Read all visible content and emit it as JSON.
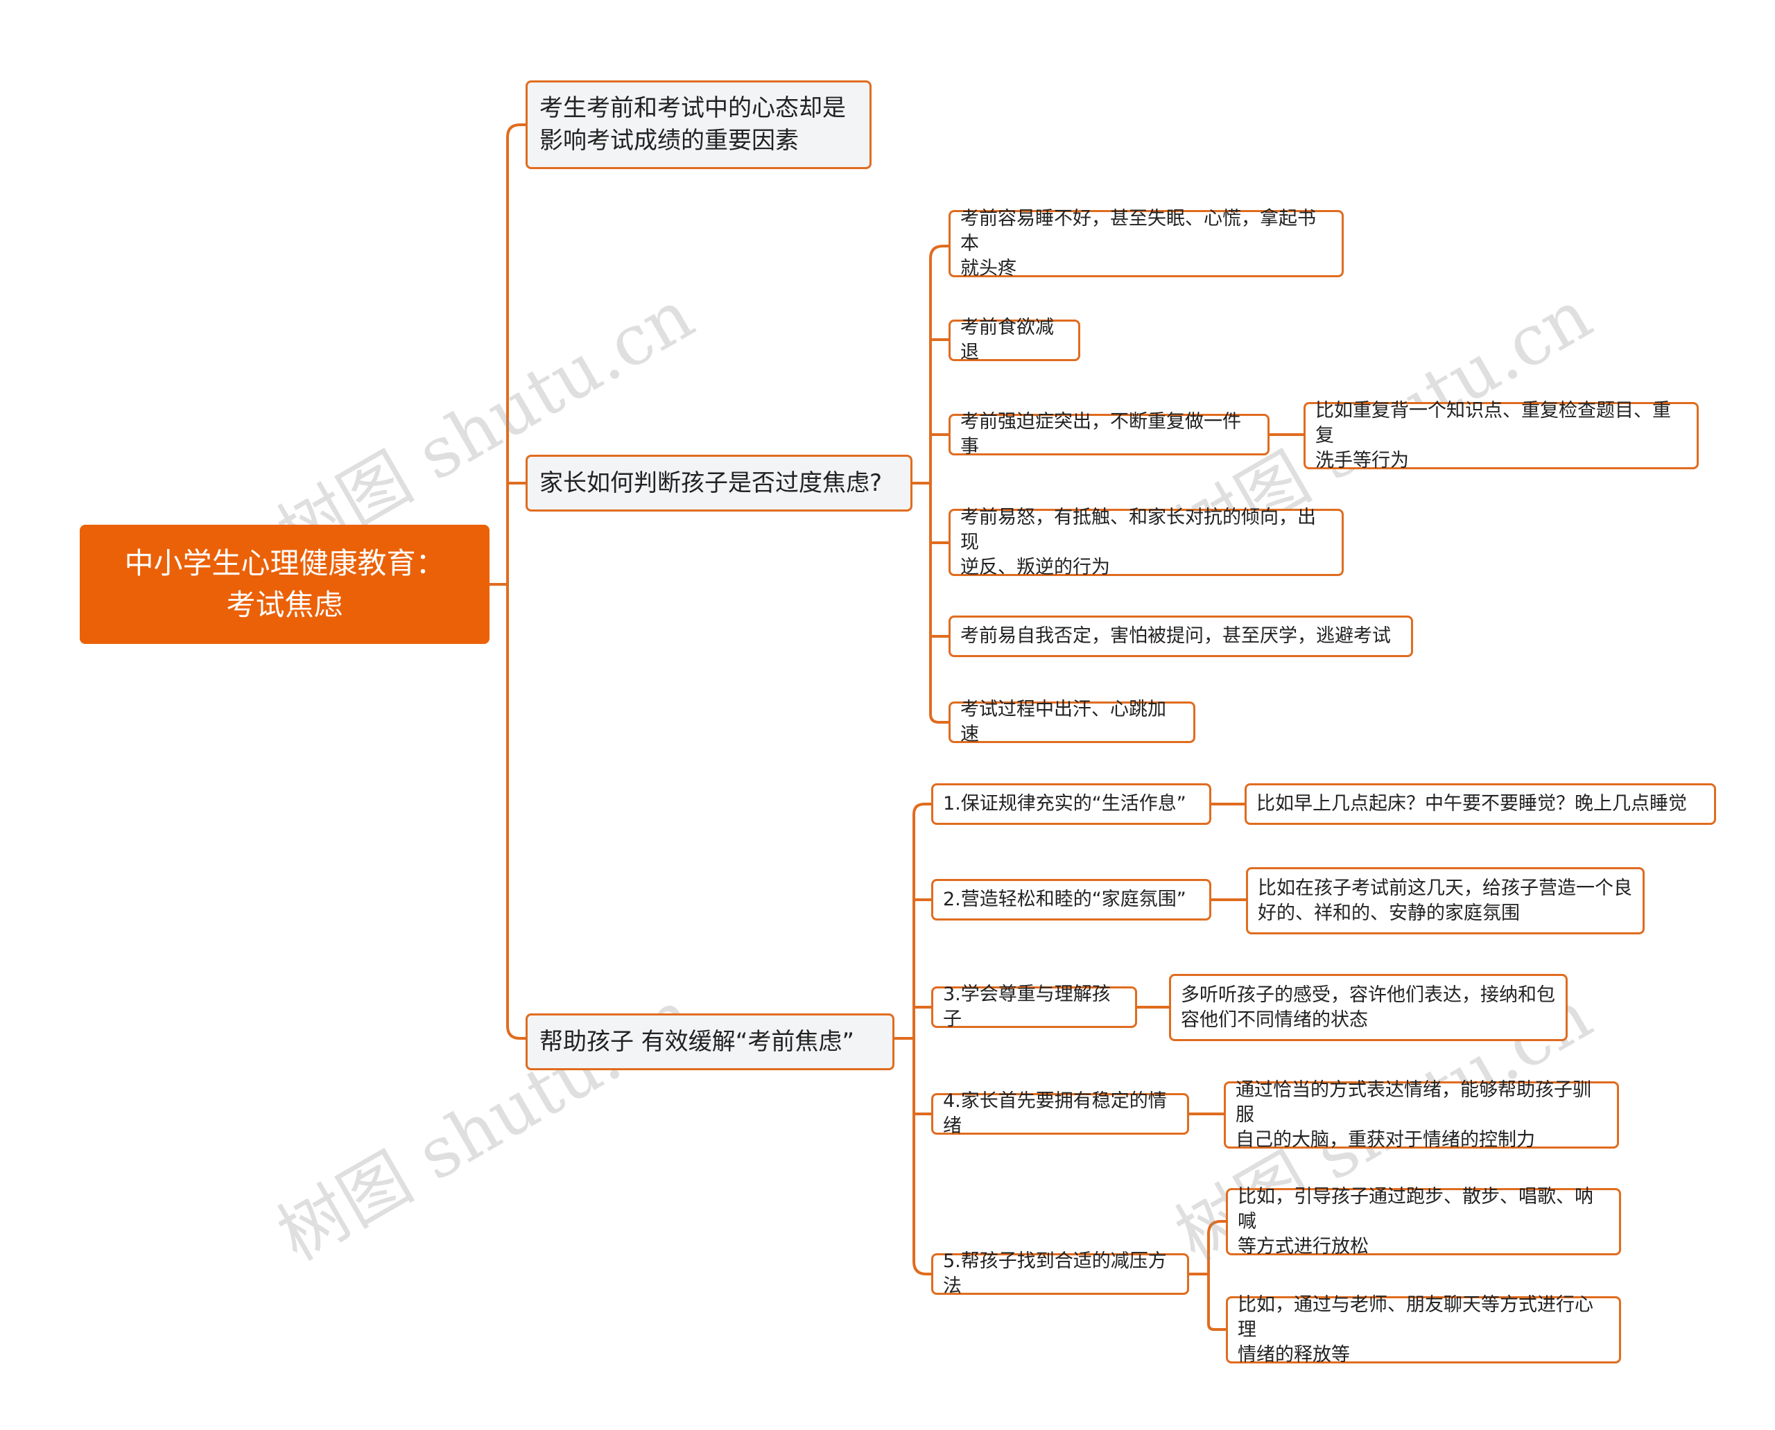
{
  "root": {
    "title": "中小学生心理健康教育：\n考试焦虑"
  },
  "branches": [
    {
      "label": "考生考前和考试中的心态却是\n影响考试成绩的重要因素"
    },
    {
      "label": "家长如何判断孩子是否过度焦虑?",
      "children": [
        {
          "label": "考前容易睡不好，甚至失眠、心慌，拿起书本\n就头疼"
        },
        {
          "label": "考前食欲减退"
        },
        {
          "label": "考前强迫症突出，不断重复做一件事",
          "detail": "比如重复背一个知识点、重复检查题目、重复\n洗手等行为"
        },
        {
          "label": "考前易怒，有抵触、和家长对抗的倾向，出现\n逆反、叛逆的行为"
        },
        {
          "label": "考前易自我否定，害怕被提问，甚至厌学，逃避考试"
        },
        {
          "label": "考试过程中出汗、心跳加速"
        }
      ]
    },
    {
      "label": "帮助孩子 有效缓解“考前焦虑”",
      "children": [
        {
          "label": "1.保证规律充实的“生活作息”",
          "detail": "比如早上几点起床？中午要不要睡觉？晚上几点睡觉"
        },
        {
          "label": "2.营造轻松和睦的“家庭氛围”",
          "detail": "比如在孩子考试前这几天，给孩子营造一个良\n好的、祥和的、安静的家庭氛围"
        },
        {
          "label": "3.学会尊重与理解孩子",
          "detail": "多听听孩子的感受，容许他们表达，接纳和包\n容他们不同情绪的状态"
        },
        {
          "label": "4.家长首先要拥有稳定的情绪",
          "detail": "通过恰当的方式表达情绪，能够帮助孩子驯服\n自己的大脑，重获对于情绪的控制力"
        },
        {
          "label": "5.帮孩子找到合适的减压方法",
          "details": [
            "比如，引导孩子通过跑步、散步、唱歌、呐喊\n等方式进行放松",
            "比如，通过与老师、朋友聊天等方式进行心理\n情绪的释放等"
          ]
        }
      ]
    }
  ],
  "watermark": "树图 shutu.cn",
  "colors": {
    "accent": "#eb6108",
    "line": "#e06c1f",
    "node_fill": "#f3f4f6"
  }
}
